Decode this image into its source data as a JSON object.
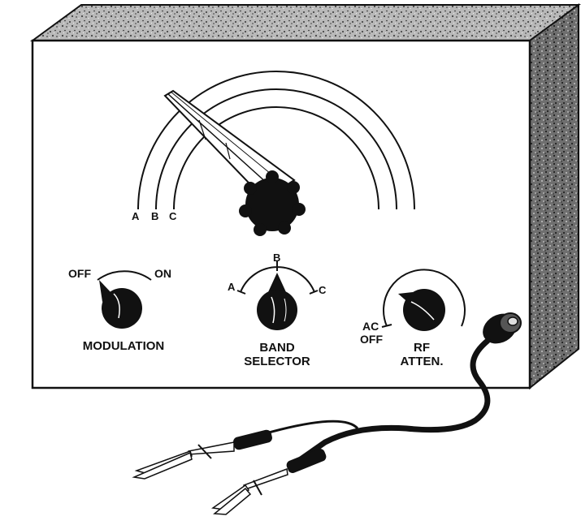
{
  "dial": {
    "band_labels": [
      "A",
      "B",
      "C"
    ]
  },
  "modulation": {
    "off_label": "OFF",
    "on_label": "ON",
    "name": "MODULATION"
  },
  "band_selector": {
    "position_a": "A",
    "position_b": "B",
    "position_c": "C",
    "name_line1": "BAND",
    "name_line2": "SELECTOR"
  },
  "rf_atten": {
    "ac_label": "AC",
    "off_label": "OFF",
    "name_line1": "RF",
    "name_line2": "ATTEN."
  },
  "colors": {
    "ink": "#111111",
    "panel": "#ffffff",
    "cabinet_texture": "#8a8a8a"
  }
}
